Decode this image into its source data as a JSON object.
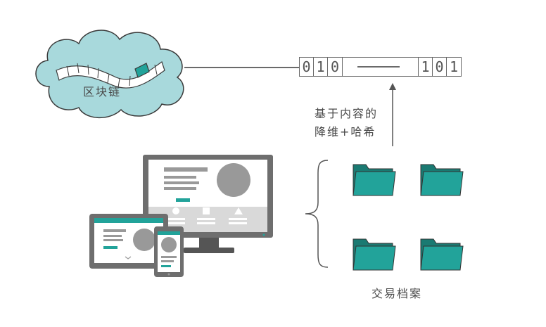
{
  "blockchain": {
    "label": "区块链"
  },
  "hash_box": {
    "left_bits": [
      "0",
      "1",
      "0"
    ],
    "right_bits": [
      "1",
      "0",
      "1"
    ]
  },
  "process_label": {
    "line1": "基于内容的",
    "line2": "降维+哈希"
  },
  "archives": {
    "label": "交易档案"
  },
  "colors": {
    "teal": "#22a39a",
    "cloud": "#a8d9dc",
    "device_gray": "#7a7a7a"
  }
}
